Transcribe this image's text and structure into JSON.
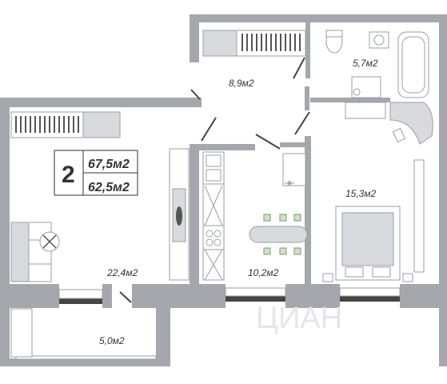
{
  "legend": {
    "rooms_count": "2",
    "total_area": "67,5м2",
    "living_area": "62,5м2"
  },
  "rooms": {
    "hall": "8,9м2",
    "bathroom": "5,7м2",
    "bedroom": "15,3м2",
    "living": "22,4м2",
    "kitchen": "10,2м2",
    "balcony": "5,0м2"
  },
  "watermark": "ЦИАН",
  "colors": {
    "wall": "#a4a7ab",
    "furniture_stroke": "#9a9ea3",
    "text": "#333333"
  }
}
